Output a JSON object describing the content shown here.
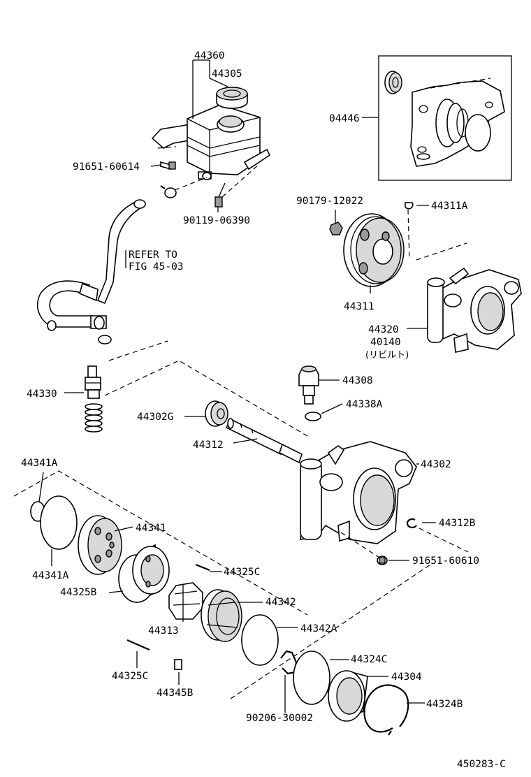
{
  "figure_id": "450283-C",
  "reference_note": [
    "REFER TO",
    "FIG 45-03"
  ],
  "part_labels": {
    "reservoir_assy": "44360",
    "reservoir_cap": "44305",
    "reservoir_bolt": "91651-60614",
    "reservoir_screw": "90119-06390",
    "gasket_kit": "04446",
    "pulley_nut": "90179-12022",
    "woodruff_key": "44311A",
    "pulley": "44311",
    "pump_assy": "44320",
    "pump_assy_rebuilt": "40140",
    "rebuilt_note": "(リビルト)",
    "flow_control_valve": "44330",
    "union": "44308",
    "union_oring": "44338A",
    "bearing": "44302G",
    "shaft": "44312",
    "pump_housing": "44302",
    "oring_small": "44341A",
    "cam_plate": "44341",
    "oring_large": "44341A",
    "snap_ring_shaft": "44312B",
    "cam_ring": "44325B",
    "pin_a": "44325C",
    "housing_bolt": "91651-60610",
    "side_plate": "44342",
    "rotor": "44313",
    "side_plate_oring": "44342A",
    "pin_b": "44325C",
    "vane": "44345B",
    "rear_oring": "44324C",
    "rear_housing": "44304",
    "snap_ring_rear": "90206-30002",
    "snap_ring_large": "44324B"
  },
  "icons": [
    "reservoir-icon",
    "cap-icon",
    "hose-icon",
    "bolt-icon",
    "pulley-icon",
    "pump-body-icon",
    "spring-icon",
    "bearing-icon",
    "shaft-icon",
    "oring-icon",
    "cam-ring-icon",
    "rotor-icon",
    "snap-ring-icon",
    "gasket-kit-icon"
  ]
}
